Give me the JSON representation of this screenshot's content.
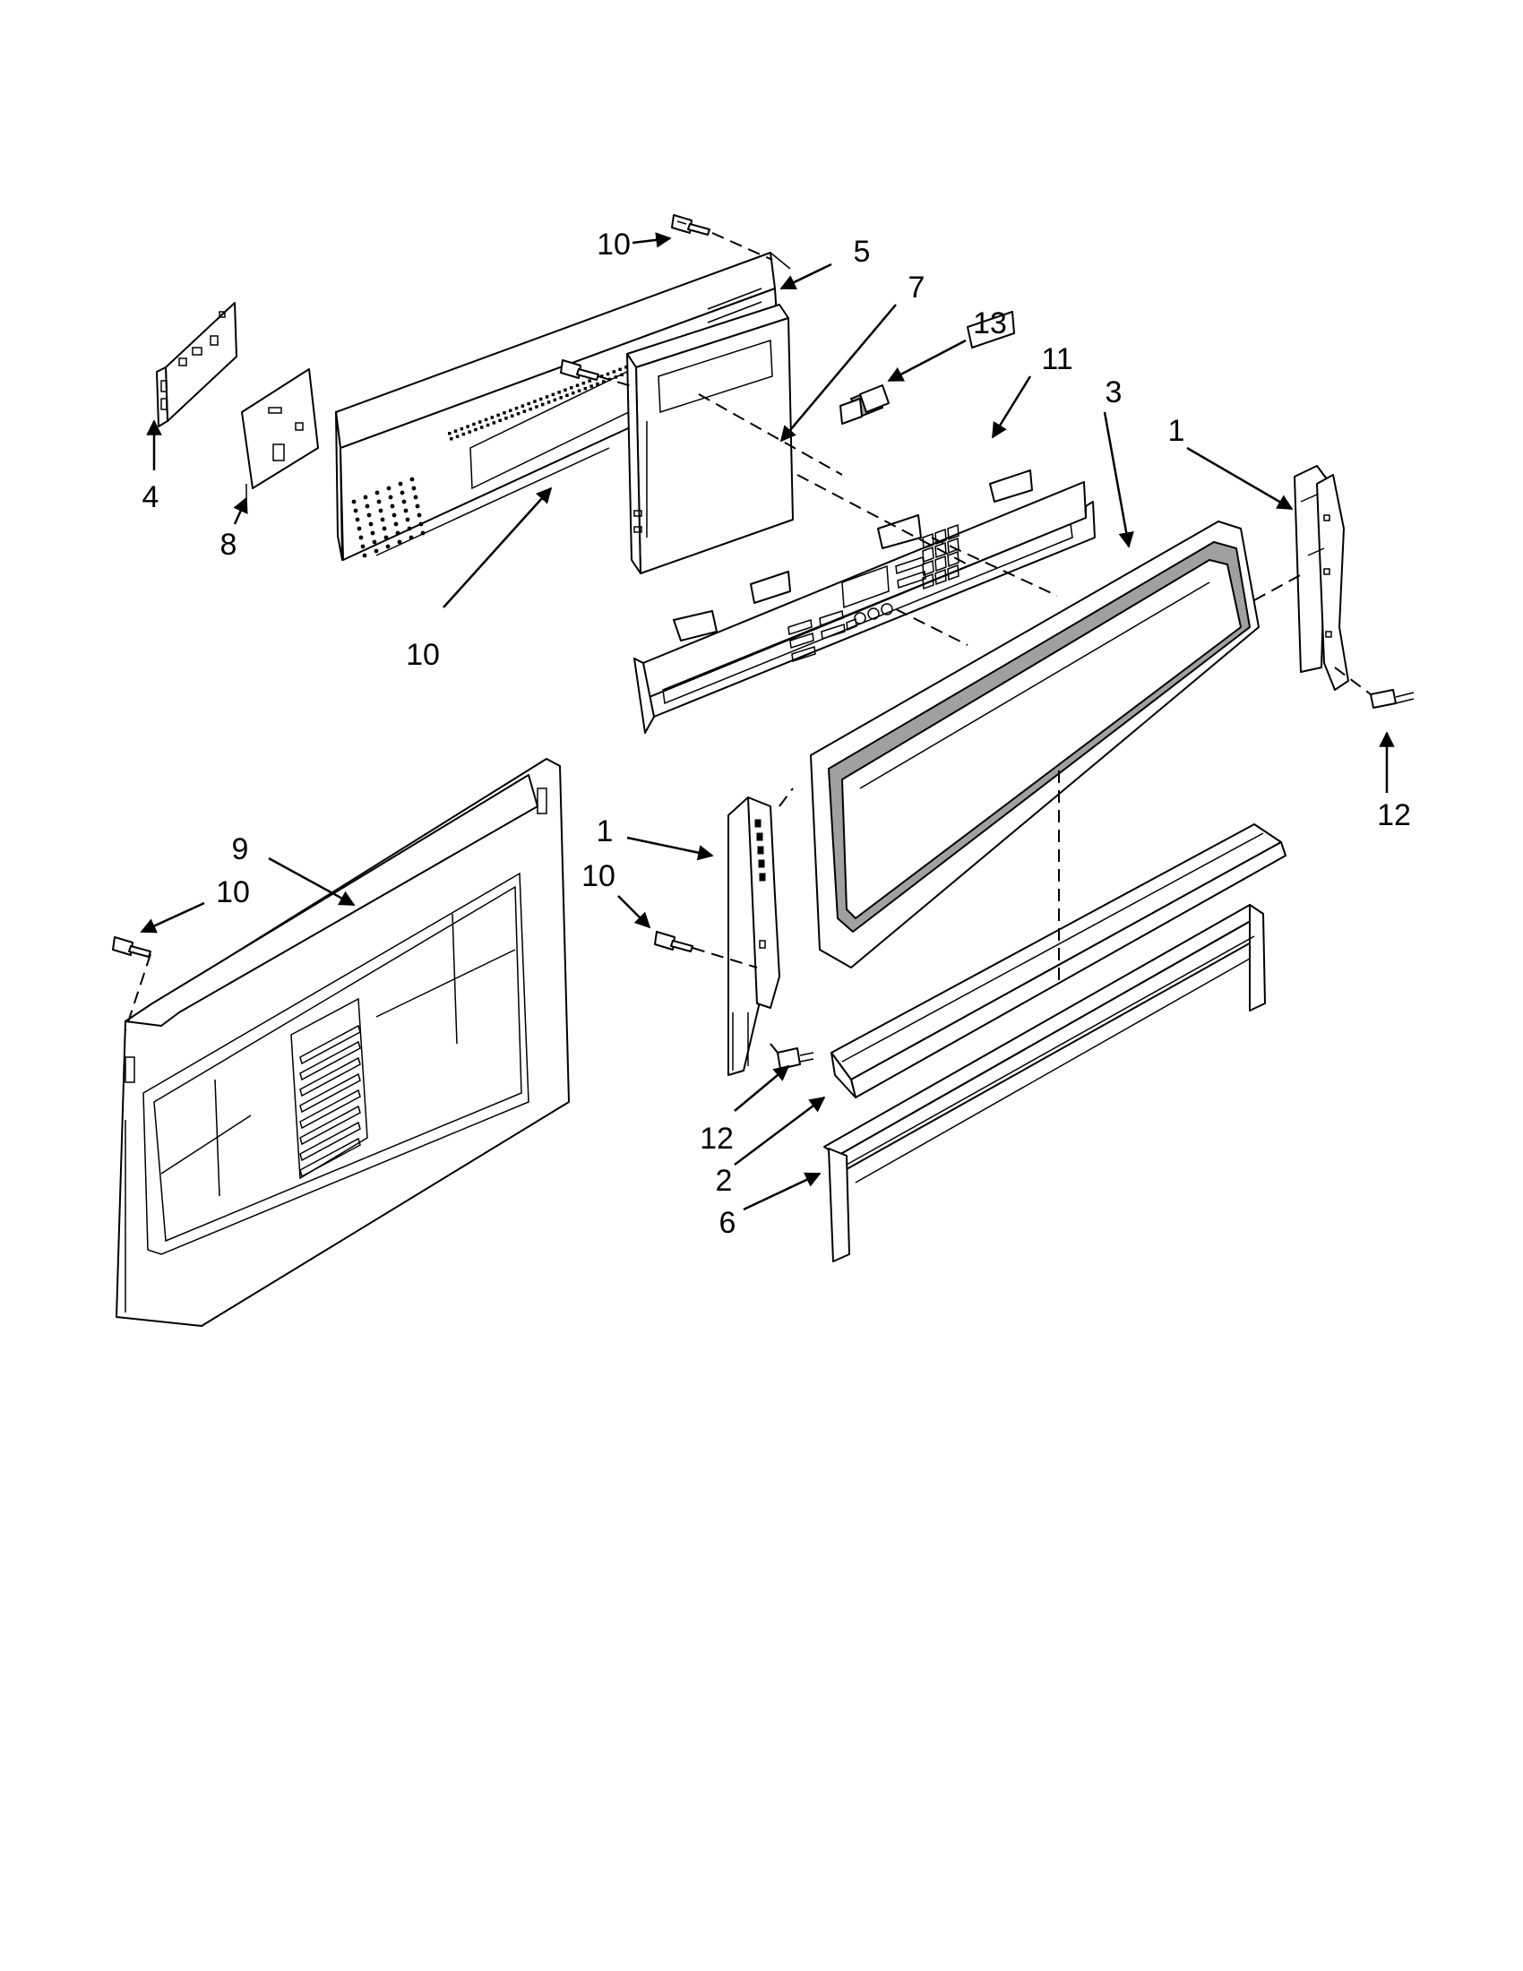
{
  "callouts": {
    "c1a": "1",
    "c1b": "1",
    "c2": "2",
    "c3": "3",
    "c4": "4",
    "c5": "5",
    "c6": "6",
    "c7": "7",
    "c8": "8",
    "c9": "9",
    "c10a": "10",
    "c10b": "10",
    "c10c": "10",
    "c10d": "10",
    "c11": "11",
    "c12a": "12",
    "c12b": "12",
    "c13": "13"
  },
  "colors": {
    "line": "#000000",
    "background": "#ffffff",
    "fill_dark": "#a0a0a0"
  }
}
